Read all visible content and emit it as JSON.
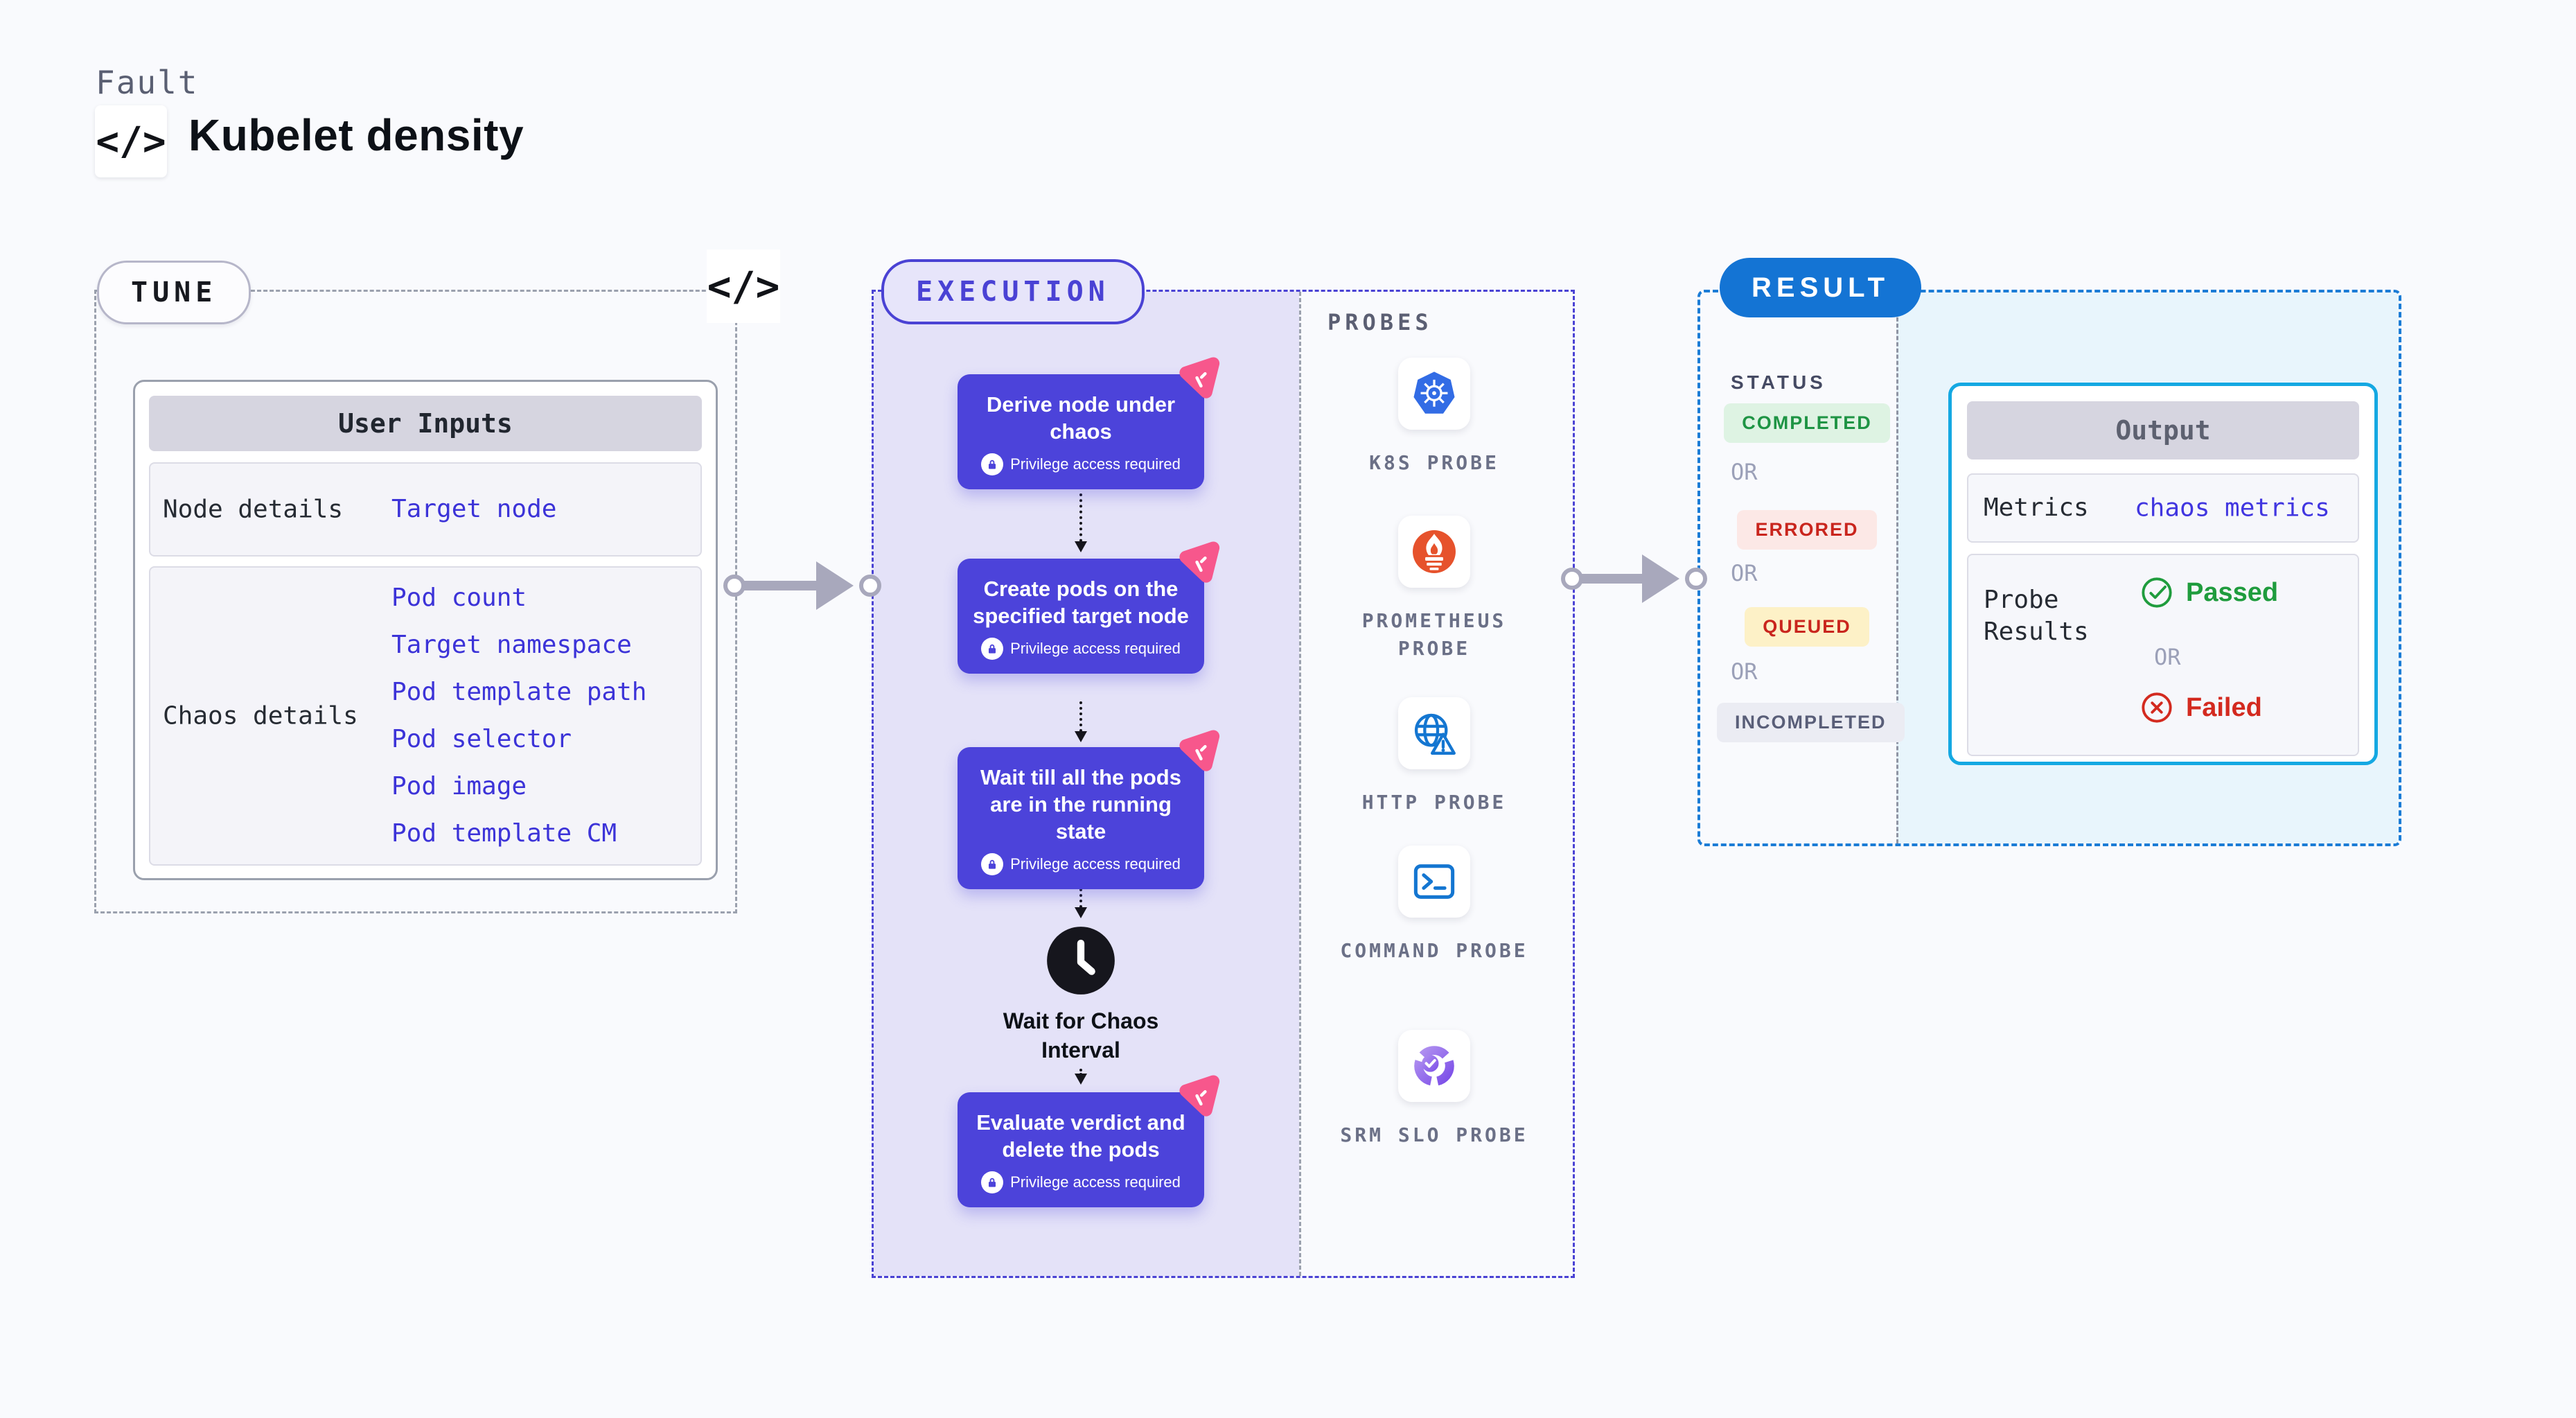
{
  "header": {
    "eyebrow": "Fault",
    "title": "Kubelet density",
    "code_icon_glyph": "</>"
  },
  "tune": {
    "pill_label": "TUNE",
    "code_icon_glyph": "</>",
    "user_inputs": {
      "header": "User Inputs",
      "node_row_label": "Node details",
      "node_row_link": "Target node",
      "chaos_row_label": "Chaos details",
      "chaos_row_links": [
        "Pod count",
        "Target namespace",
        "Pod template path",
        "Pod selector",
        "Pod image",
        "Pod template CM"
      ]
    }
  },
  "execution": {
    "pill_label": "EXECUTION",
    "privilege_note": "Privilege access required",
    "steps": [
      "Derive node under chaos",
      "Create pods on the specified target node",
      "Wait till all the pods are in the running state",
      "Evaluate verdict and delete the pods"
    ],
    "wait_label": "Wait for Chaos Interval"
  },
  "probes": {
    "heading": "PROBES",
    "items": [
      {
        "icon": "k8s-icon",
        "label": "K8S PROBE"
      },
      {
        "icon": "prometheus-icon",
        "label": "PROMETHEUS PROBE"
      },
      {
        "icon": "http-icon",
        "label": "HTTP PROBE"
      },
      {
        "icon": "command-icon",
        "label": "COMMAND PROBE"
      },
      {
        "icon": "srm-slo-icon",
        "label": "SRM SLO PROBE"
      }
    ]
  },
  "result": {
    "pill_label": "RESULT",
    "status_heading": "STATUS",
    "or_label": "OR",
    "statuses": [
      {
        "text": "COMPLETED",
        "bg": "#def3e3",
        "fg": "#1e9444",
        "style": "background:#def3e3;color:#1e9444"
      },
      {
        "text": "ERRORED",
        "bg": "#fce8e6",
        "fg": "#c9251d",
        "style": "background:#fce8e6;color:#c9251d"
      },
      {
        "text": "QUEUED",
        "bg": "#fdf1c7",
        "fg": "#c9251d",
        "style": "background:#fdf1c7;color:#c9251d"
      },
      {
        "text": "INCOMPLETED",
        "bg": "#ebecf3",
        "fg": "#595e78",
        "style": "background:#ebecf3;color:#595e78"
      }
    ],
    "output": {
      "header": "Output",
      "metrics_label": "Metrics",
      "metrics_value": "chaos metrics",
      "probe_results_label": "Probe Results",
      "passed_label": "Passed",
      "failed_label": "Failed"
    }
  },
  "colors": {
    "page_bg": "#f9fafd",
    "step_box": "#4c43da",
    "execution_panel": "#e4e2f8",
    "execution_border": "#4a42d4",
    "pink_badge": "#f7578c",
    "result_border": "#1b7cd6",
    "result_pill": "#1474d4",
    "result_panel": "#e8f5fc",
    "output_border": "#14a8e2",
    "link_blue": "#3c33d8",
    "arrow_gray": "#a8a8bc",
    "passed_green": "#1f9c3d",
    "failed_red": "#d32a1f"
  }
}
